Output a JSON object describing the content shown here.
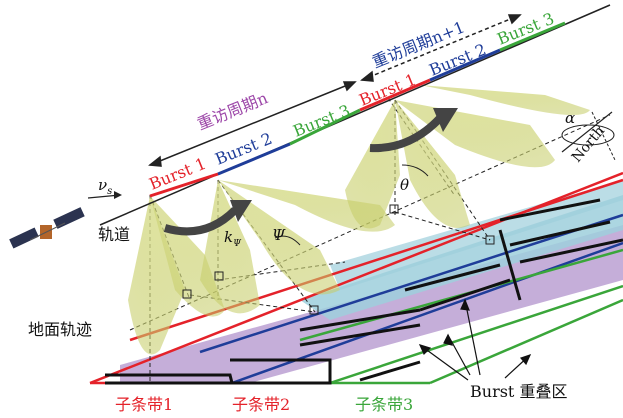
{
  "labels": {
    "revisit_n": "重访周期n",
    "revisit_n1": "重访周期n+1",
    "burst1_a": "Burst 1",
    "burst2_a": "Burst 2",
    "burst3_a": "Burst 3",
    "burst1_b": "Burst 1",
    "burst2_b": "Burst 2",
    "burst3_b": "Burst 3",
    "orbit": "轨道",
    "velocity_sym": "ν",
    "velocity_sub": "s",
    "ground_track": "地面轨迹",
    "subswath1": "子条带1",
    "subswath2": "子条带2",
    "subswath3": "子条带3",
    "burst_overlap": "Burst 重叠区",
    "north": "North",
    "alpha": "α",
    "theta": "θ",
    "psi": "Ψ",
    "k_psi": "k",
    "k_psi_sub": "Ψ"
  },
  "colors": {
    "burst1": "#e4222a",
    "burst2": "#1f3d99",
    "burst3": "#3aa63a",
    "revisit": "#9c46a8",
    "beam": "#c5cc66",
    "subswath_purple": "#b79ad0",
    "subswath_blue": "#9ecfdc",
    "subswath_white": "#f4f4f4"
  }
}
